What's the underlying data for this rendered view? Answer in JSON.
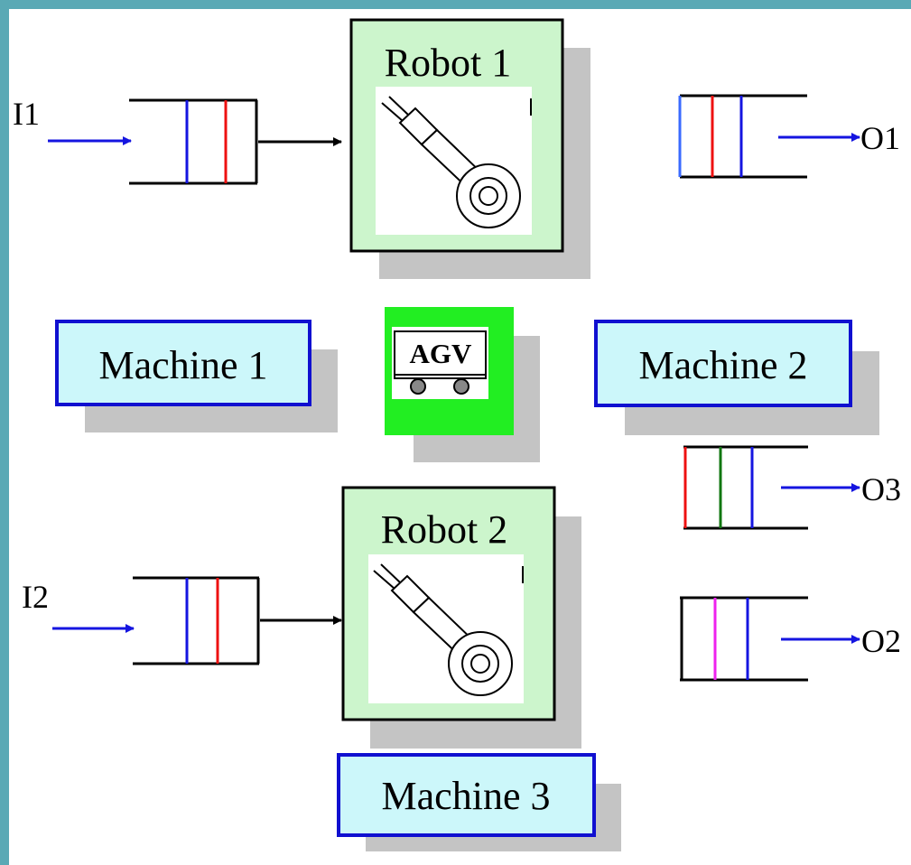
{
  "robots": [
    {
      "id": "robot-1",
      "label": "Robot 1"
    },
    {
      "id": "robot-2",
      "label": "Robot 2"
    }
  ],
  "machines": [
    {
      "id": "machine-1",
      "label": "Machine 1"
    },
    {
      "id": "machine-2",
      "label": "Machine 2"
    },
    {
      "id": "machine-3",
      "label": "Machine 3"
    }
  ],
  "agv": {
    "label": "AGV"
  },
  "inputs": [
    {
      "id": "input-1",
      "label": "I1"
    },
    {
      "id": "input-2",
      "label": "I2"
    }
  ],
  "outputs": [
    {
      "id": "output-1",
      "label": "O1"
    },
    {
      "id": "output-3",
      "label": "O3"
    },
    {
      "id": "output-2",
      "label": "O2"
    }
  ],
  "colors": {
    "frame": "#5aa9b5",
    "robot_fill": "#ccf5cc",
    "machine_fill": "#ccf7fa",
    "machine_border": "#1010d0",
    "agv_fill": "#22ee22",
    "shadow": "#c4c4c4",
    "arrow_blue": "#1515e0",
    "bar_blue": "#1515e0",
    "bar_red": "#ee1111",
    "bar_green": "#117711",
    "bar_magenta": "#ee22ee"
  }
}
